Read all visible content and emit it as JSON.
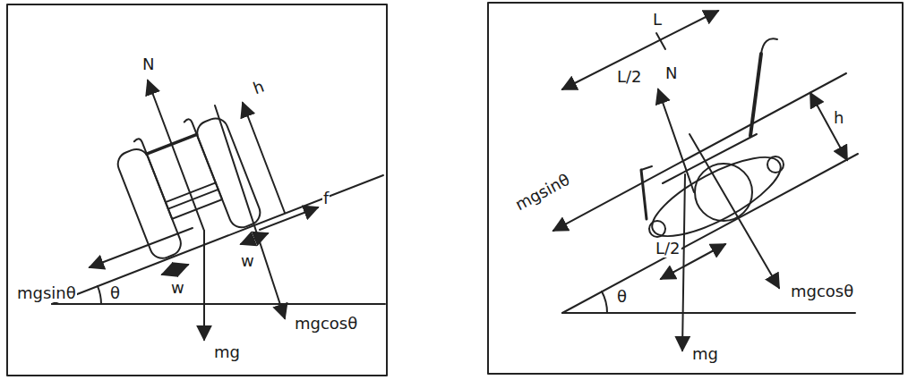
{
  "diagram": {
    "labels": [
      "N",
      "h",
      "f",
      "mgsinθ",
      "w",
      "w",
      "θ",
      "mg",
      "mgcosθ",
      "L",
      "L/2",
      "N",
      "h",
      "mgsinθ",
      "L/2",
      "mgcosθ",
      "θ",
      "mg"
    ]
  }
}
